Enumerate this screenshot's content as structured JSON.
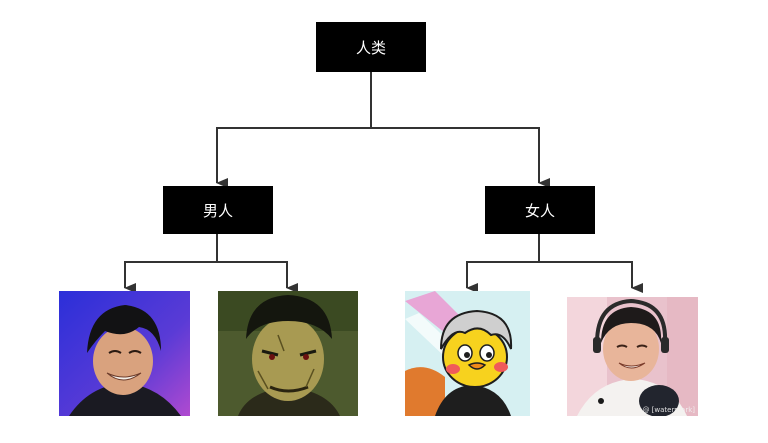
{
  "tree": {
    "root": {
      "label": "人类"
    },
    "children": [
      {
        "label": "男人",
        "images": [
          {
            "icon": "smiling-man-photo"
          },
          {
            "icon": "anime-man-portrait"
          }
        ]
      },
      {
        "label": "女人",
        "images": [
          {
            "icon": "cartoon-chick-avatar"
          },
          {
            "icon": "smiling-woman-photo",
            "watermark": "@ [watermark]"
          }
        ]
      }
    ]
  },
  "colors": {
    "node_fill": "#000000",
    "node_text": "#ffffff",
    "connector": "#333333"
  }
}
